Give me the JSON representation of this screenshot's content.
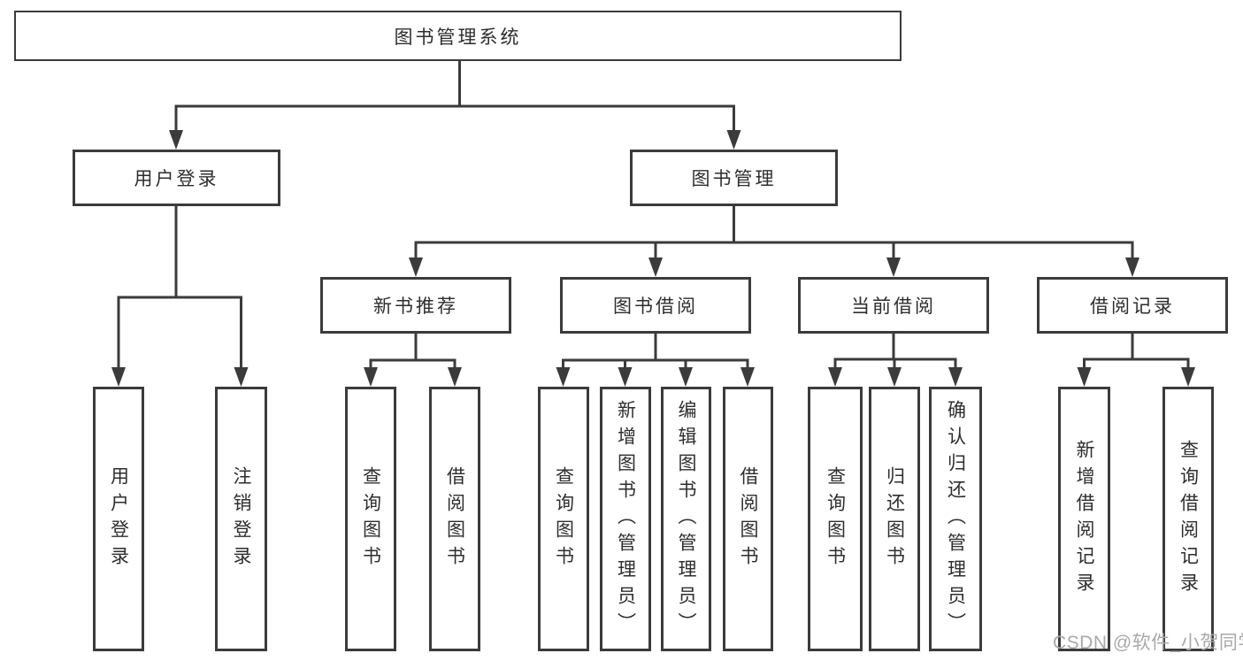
{
  "diagram": {
    "type": "tree",
    "title": "图书管理系统",
    "level2": [
      {
        "label": "用户登录"
      },
      {
        "label": "图书管理"
      }
    ],
    "level3": [
      {
        "label": "新书推荐",
        "parent": "图书管理"
      },
      {
        "label": "图书借阅",
        "parent": "图书管理"
      },
      {
        "label": "当前借阅",
        "parent": "图书管理"
      },
      {
        "label": "借阅记录",
        "parent": "图书管理"
      }
    ],
    "leaves": [
      {
        "label": "用户登录",
        "parent": "用户登录"
      },
      {
        "label": "注销登录",
        "parent": "用户登录"
      },
      {
        "label": "查询图书",
        "parent": "新书推荐"
      },
      {
        "label": "借阅图书",
        "parent": "新书推荐"
      },
      {
        "label": "查询图书",
        "parent": "图书借阅"
      },
      {
        "label": "新增图书（管理员）",
        "parent": "图书借阅"
      },
      {
        "label": "编辑图书（管理员）",
        "parent": "图书借阅"
      },
      {
        "label": "借阅图书",
        "parent": "图书借阅"
      },
      {
        "label": "查询图书",
        "parent": "当前借阅"
      },
      {
        "label": "归还图书",
        "parent": "当前借阅"
      },
      {
        "label": "确认归还（管理员）",
        "parent": "当前借阅"
      },
      {
        "label": "新增借阅记录",
        "parent": "借阅记录"
      },
      {
        "label": "查询借阅记录",
        "parent": "借阅记录"
      }
    ],
    "watermark": "CSDN @软件_小贺同学",
    "colors": {
      "line": "#3b3b3b",
      "text": "#2e2e2e",
      "background": "#ffffff",
      "watermark": "#a9a9a9"
    }
  }
}
